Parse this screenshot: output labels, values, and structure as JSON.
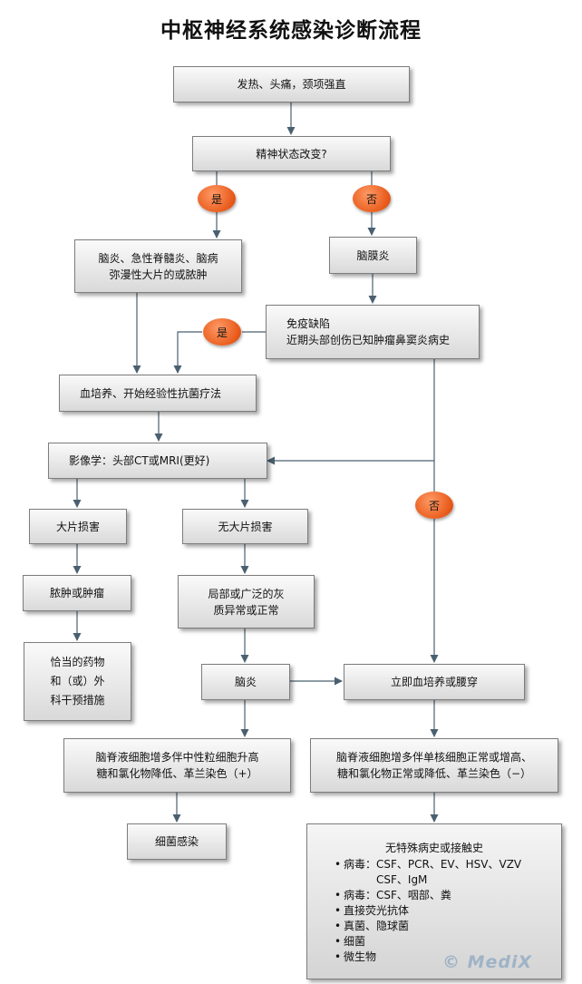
{
  "title": "中枢神经系统感染诊断流程",
  "nodes": {
    "start": "发热、头痛，颈项强直",
    "mental": "精神状态改变?",
    "encephalitis_dx": [
      "脑炎、急性脊髓炎、脑病",
      "弥漫性大片的或脓肿"
    ],
    "meningitis": "脑膜炎",
    "immuno": [
      "免疫缺陷",
      "近期头部创伤已知肿瘤鼻窦炎病史"
    ],
    "blood_culture": "血培养、开始经验性抗菌疗法",
    "imaging": "影像学：头部CT或MRI(更好)",
    "mass": "大片损害",
    "no_mass": "无大片损害",
    "abscess": "脓肿或肿瘤",
    "gray": [
      "局部或广泛的灰",
      "质异常或正常"
    ],
    "treat": [
      "恰当的药物",
      "和（或）外",
      "科干预措施"
    ],
    "encephalitis": "脑炎",
    "lp": "立即血培养或腰穿",
    "csf_pmn": [
      "脑脊液细胞增多伴中性粒细胞升高",
      "糖和氯化物降低、革兰染色（+）"
    ],
    "csf_mono": [
      "脑脊液细胞增多伴单核细胞正常或增高、",
      "糖和氯化物正常或降低、革兰染色（−）"
    ],
    "bacterial": "细菌感染"
  },
  "decisions": {
    "yes1": "是",
    "no1": "否",
    "yes2": "是",
    "no2": "否"
  },
  "final": {
    "head": "无特殊病史或接触史",
    "items": [
      {
        "text": "病毒：CSF、PCR、EV、HSV、VZV",
        "sub": "CSF、IgM"
      },
      {
        "text": "病毒：CSF、咽部、粪"
      },
      {
        "text": "直接荧光抗体"
      },
      {
        "text": "真菌、隐球菌"
      },
      {
        "text": "细菌"
      },
      {
        "text": "微生物"
      }
    ]
  },
  "watermark": "© MediX",
  "colors": {
    "arrow": "#4a6070",
    "decision": "#e85a1a",
    "box_border": "#7d7d7d"
  }
}
